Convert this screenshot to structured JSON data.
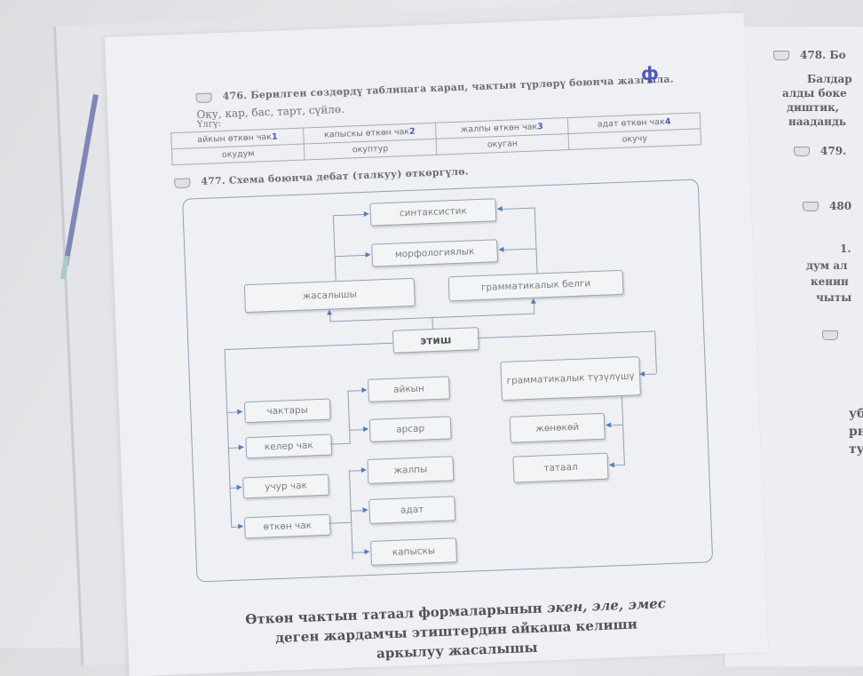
{
  "exercise_476": {
    "title": "476. Берилген сөздөрдү таблицага карап, чактын түрлөрү боюнча жазгыла.",
    "words": "Оку, кар, бас, тарт, сүйлө.",
    "sample_label": "Үлгү:",
    "table": {
      "headers": [
        "айкын өткөн чак",
        "капыскы өткөн чак",
        "жалпы өткөн чак",
        "адат өткөн чак"
      ],
      "values": [
        "окудум",
        "окуптур",
        "окуган",
        "окучу"
      ]
    },
    "pen_marks": [
      "1",
      "2",
      "3",
      "4"
    ]
  },
  "exercise_477": {
    "title": "477. Схема боюнча дебат (талкуу) өткөргүлө.",
    "diagram": {
      "center": "этиш",
      "top_left": "жасалышы",
      "top_right": "грамматикалык белги",
      "top_sub": [
        "синтаксистик",
        "морфологиялык"
      ],
      "left_column": [
        "чактары",
        "келер чак",
        "учур чак",
        "өткөн чак"
      ],
      "future_types": [
        "айкын",
        "арсар"
      ],
      "past_types": [
        "жалпы",
        "адат",
        "капыскы"
      ],
      "right_column_head": "грамматикалык түзүлүшү",
      "right_column": [
        "жөнөкөй",
        "татаал"
      ]
    }
  },
  "section_heading": {
    "line1_a": "Өткөн чактын татаал формаларынын ",
    "line1_b": "экен, эле, эмес",
    "line2": "деген жардамчы этиштердин айкаша келиши",
    "line3": "аркылуу жасалышы"
  },
  "right_page": {
    "ex478_title": "478. Бо",
    "ex478_lines": [
      "Балдар",
      "алды боке",
      "диштик, ",
      "наадандь"
    ],
    "ex479_title": "479.",
    "ex480_title": "480",
    "item1": "1.",
    "item1_lines": [
      "дум ал",
      "кенин",
      "чыты"
    ],
    "lower_lines": [
      "уба",
      "рн-",
      "ту"
    ]
  }
}
